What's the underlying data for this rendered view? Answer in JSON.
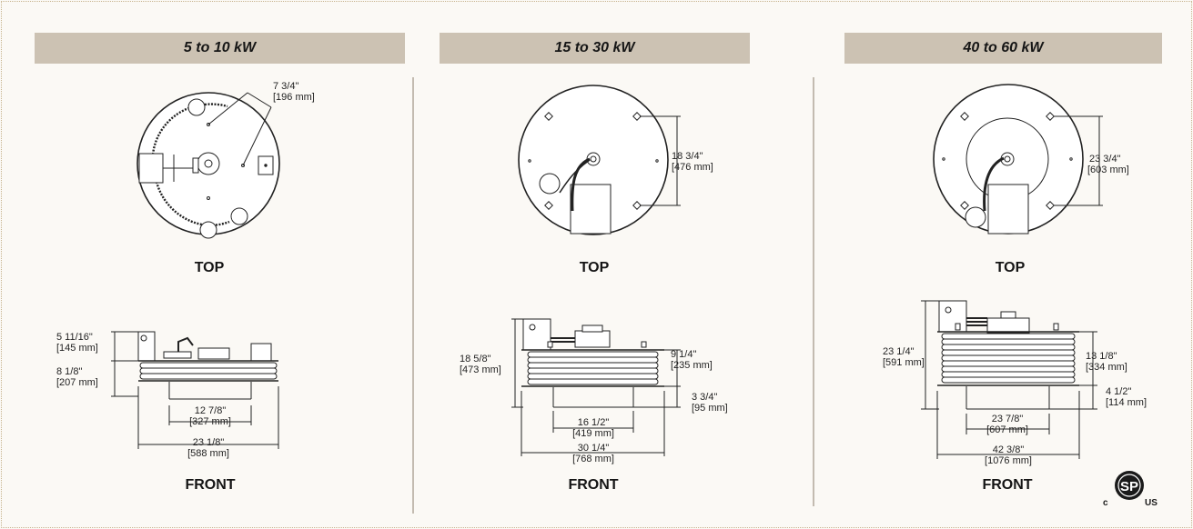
{
  "columns": [
    {
      "header": "5 to 10 kW",
      "top_label": "TOP",
      "front_label": "FRONT",
      "top_dims": [
        {
          "imperial": "7 3/4\"",
          "metric": "[196 mm]"
        }
      ],
      "front_dims": [
        {
          "imperial": "5 11/16\"",
          "metric": "[145 mm]"
        },
        {
          "imperial": "8 1/8\"",
          "metric": "[207 mm]"
        },
        {
          "imperial": "12 7/8\"",
          "metric": "[327 mm]"
        },
        {
          "imperial": "23 1/8\"",
          "metric": "[588 mm]"
        }
      ]
    },
    {
      "header": "15 to 30 kW",
      "top_label": "TOP",
      "front_label": "FRONT",
      "top_dims": [
        {
          "imperial": "18 3/4\"",
          "metric": "[476 mm]"
        }
      ],
      "front_dims": [
        {
          "imperial": "18 5/8\"",
          "metric": "[473 mm]"
        },
        {
          "imperial": "9 1/4\"",
          "metric": "[235 mm]"
        },
        {
          "imperial": "3 3/4\"",
          "metric": "[95 mm]"
        },
        {
          "imperial": "16 1/2\"",
          "metric": "[419 mm]"
        },
        {
          "imperial": "30 1/4\"",
          "metric": "[768 mm]"
        }
      ]
    },
    {
      "header": "40 to 60 kW",
      "top_label": "TOP",
      "front_label": "FRONT",
      "top_dims": [
        {
          "imperial": "23 3/4\"",
          "metric": "[603 mm]"
        }
      ],
      "front_dims": [
        {
          "imperial": "23 1/4\"",
          "metric": "[591 mm]"
        },
        {
          "imperial": "13 1/8\"",
          "metric": "[334 mm]"
        },
        {
          "imperial": "4 1/2\"",
          "metric": "[114 mm]"
        },
        {
          "imperial": "23 7/8\"",
          "metric": "[607 mm]"
        },
        {
          "imperial": "42 3/8\"",
          "metric": "[1076 mm]"
        }
      ]
    }
  ],
  "certification": {
    "mark": "SP",
    "left": "c",
    "right": "US"
  }
}
